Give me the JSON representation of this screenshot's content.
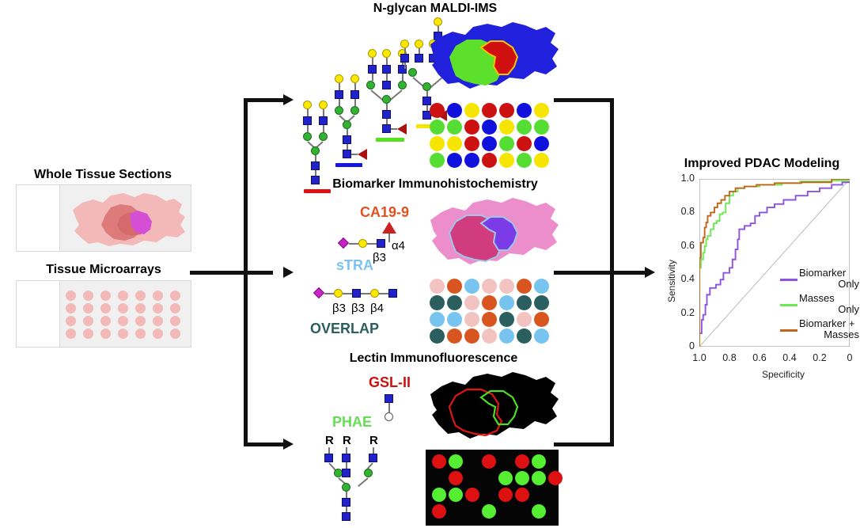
{
  "left_panel": {
    "whole_tissue_title": "Whole Tissue Sections",
    "tma_title": "Tissue Microarrays"
  },
  "sections": {
    "nglycan": {
      "title": "N-glycan MALDI-IMS"
    },
    "ihc": {
      "title": "Biomarker Immunohistochemistry",
      "marker_ca199": "CA19-9",
      "marker_stra": "sTRA",
      "marker_overlap": "OVERLAP",
      "linkages_ca199": [
        "α4",
        "β3"
      ],
      "linkages_stra": [
        "β3",
        "β3",
        "β4"
      ],
      "colors": {
        "ca199": "#e0531f",
        "stra": "#7cc3ef",
        "overlap": "#2b5e5e"
      }
    },
    "lectin": {
      "title": "Lectin Immunofluorescence",
      "marker_gsl2": "GSL-II",
      "marker_phae": "PHAE",
      "r_labels": [
        "R",
        "R",
        "R"
      ],
      "colors": {
        "gsl2": "#cc1111",
        "phae": "#66dd55"
      }
    }
  },
  "chart_data": {
    "type": "line",
    "title": "Improved PDAC Modeling",
    "xlabel": "Specificity",
    "ylabel": "Sensitivity",
    "xlim": [
      1.0,
      0.0
    ],
    "ylim": [
      0.0,
      1.0
    ],
    "x_ticks": [
      "1.0",
      "0.8",
      "0.6",
      "0.4",
      "0.2",
      "0"
    ],
    "y_ticks": [
      "0",
      "0.2",
      "0.4",
      "0.6",
      "0.8",
      "1.0"
    ],
    "grid": false,
    "legend_position": "inside-bottom-right",
    "diagonal_reference": true,
    "series": [
      {
        "name": "Biomarker Only",
        "color": "#8c52e0",
        "points": [
          [
            1.0,
            0.0
          ],
          [
            1.0,
            0.08
          ],
          [
            0.985,
            0.08
          ],
          [
            0.985,
            0.16
          ],
          [
            0.975,
            0.16
          ],
          [
            0.975,
            0.19
          ],
          [
            0.96,
            0.19
          ],
          [
            0.96,
            0.25
          ],
          [
            0.95,
            0.25
          ],
          [
            0.95,
            0.31
          ],
          [
            0.93,
            0.31
          ],
          [
            0.93,
            0.35
          ],
          [
            0.89,
            0.35
          ],
          [
            0.89,
            0.37
          ],
          [
            0.86,
            0.37
          ],
          [
            0.86,
            0.4
          ],
          [
            0.84,
            0.4
          ],
          [
            0.84,
            0.44
          ],
          [
            0.8,
            0.44
          ],
          [
            0.8,
            0.47
          ],
          [
            0.78,
            0.47
          ],
          [
            0.78,
            0.52
          ],
          [
            0.76,
            0.52
          ],
          [
            0.76,
            0.58
          ],
          [
            0.745,
            0.58
          ],
          [
            0.745,
            0.64
          ],
          [
            0.735,
            0.64
          ],
          [
            0.735,
            0.7
          ],
          [
            0.7,
            0.7
          ],
          [
            0.7,
            0.72
          ],
          [
            0.66,
            0.72
          ],
          [
            0.66,
            0.735
          ],
          [
            0.63,
            0.735
          ],
          [
            0.63,
            0.78
          ],
          [
            0.6,
            0.78
          ],
          [
            0.6,
            0.8
          ],
          [
            0.55,
            0.8
          ],
          [
            0.55,
            0.83
          ],
          [
            0.5,
            0.83
          ],
          [
            0.5,
            0.85
          ],
          [
            0.44,
            0.85
          ],
          [
            0.44,
            0.875
          ],
          [
            0.36,
            0.875
          ],
          [
            0.36,
            0.9
          ],
          [
            0.28,
            0.9
          ],
          [
            0.28,
            0.925
          ],
          [
            0.2,
            0.925
          ],
          [
            0.2,
            0.945
          ],
          [
            0.12,
            0.945
          ],
          [
            0.12,
            0.965
          ],
          [
            0.05,
            0.965
          ],
          [
            0.05,
            0.98
          ],
          [
            0.0,
            0.98
          ],
          [
            0.0,
            1.0
          ]
        ]
      },
      {
        "name": "Masses Only",
        "color": "#6ee854",
        "points": [
          [
            1.0,
            0.0
          ],
          [
            1.0,
            0.47
          ],
          [
            0.99,
            0.47
          ],
          [
            0.99,
            0.52
          ],
          [
            0.975,
            0.52
          ],
          [
            0.975,
            0.56
          ],
          [
            0.965,
            0.56
          ],
          [
            0.965,
            0.6
          ],
          [
            0.955,
            0.6
          ],
          [
            0.955,
            0.64
          ],
          [
            0.945,
            0.64
          ],
          [
            0.945,
            0.66
          ],
          [
            0.925,
            0.66
          ],
          [
            0.925,
            0.7
          ],
          [
            0.905,
            0.7
          ],
          [
            0.905,
            0.735
          ],
          [
            0.885,
            0.735
          ],
          [
            0.885,
            0.75
          ],
          [
            0.865,
            0.75
          ],
          [
            0.865,
            0.79
          ],
          [
            0.845,
            0.79
          ],
          [
            0.845,
            0.8
          ],
          [
            0.825,
            0.8
          ],
          [
            0.825,
            0.855
          ],
          [
            0.8,
            0.855
          ],
          [
            0.8,
            0.9
          ],
          [
            0.775,
            0.9
          ],
          [
            0.775,
            0.925
          ],
          [
            0.745,
            0.925
          ],
          [
            0.745,
            0.945
          ],
          [
            0.7,
            0.945
          ],
          [
            0.7,
            0.955
          ],
          [
            0.6,
            0.955
          ],
          [
            0.6,
            0.965
          ],
          [
            0.45,
            0.965
          ],
          [
            0.45,
            0.975
          ],
          [
            0.33,
            0.975
          ],
          [
            0.33,
            0.985
          ],
          [
            0.12,
            0.985
          ],
          [
            0.12,
            0.99
          ],
          [
            0.0,
            0.99
          ],
          [
            0.0,
            1.0
          ]
        ]
      },
      {
        "name": "Biomarker + Masses",
        "color": "#c0661a",
        "points": [
          [
            1.0,
            0.0
          ],
          [
            1.0,
            0.53
          ],
          [
            0.99,
            0.53
          ],
          [
            0.99,
            0.62
          ],
          [
            0.975,
            0.62
          ],
          [
            0.975,
            0.65
          ],
          [
            0.965,
            0.65
          ],
          [
            0.965,
            0.71
          ],
          [
            0.955,
            0.71
          ],
          [
            0.955,
            0.74
          ],
          [
            0.945,
            0.74
          ],
          [
            0.945,
            0.78
          ],
          [
            0.925,
            0.78
          ],
          [
            0.925,
            0.8
          ],
          [
            0.9,
            0.8
          ],
          [
            0.9,
            0.83
          ],
          [
            0.88,
            0.83
          ],
          [
            0.88,
            0.855
          ],
          [
            0.855,
            0.855
          ],
          [
            0.855,
            0.875
          ],
          [
            0.83,
            0.875
          ],
          [
            0.83,
            0.9
          ],
          [
            0.8,
            0.9
          ],
          [
            0.8,
            0.925
          ],
          [
            0.76,
            0.925
          ],
          [
            0.76,
            0.945
          ],
          [
            0.7,
            0.945
          ],
          [
            0.7,
            0.955
          ],
          [
            0.62,
            0.955
          ],
          [
            0.62,
            0.965
          ],
          [
            0.5,
            0.965
          ],
          [
            0.5,
            0.975
          ],
          [
            0.32,
            0.975
          ],
          [
            0.32,
            0.98
          ],
          [
            0.12,
            0.98
          ],
          [
            0.12,
            1.0
          ],
          [
            0.0,
            1.0
          ]
        ]
      }
    ],
    "legend": [
      {
        "label_line1": "Biomarker",
        "label_line2": "Only",
        "color": "#8c52e0"
      },
      {
        "label_line1": "Masses",
        "label_line2": "Only",
        "color": "#6ee854"
      },
      {
        "label_line1": "Biomarker +",
        "label_line2": "Masses",
        "color": "#c0661a"
      }
    ]
  },
  "tma_grids": {
    "nglycan": {
      "colors": {
        "r": "#cc1111",
        "b": "#1111dd",
        "y": "#f5e500",
        "g": "#55dd33"
      },
      "rows": [
        [
          "r",
          "b",
          "y",
          "r",
          "r",
          "b",
          "y"
        ],
        [
          "g",
          "g",
          "r",
          "b",
          "y",
          "g",
          "g"
        ],
        [
          "y",
          "y",
          "r",
          "b",
          "g",
          "r",
          "b"
        ],
        [
          "g",
          "b",
          "b",
          "r",
          "y",
          "g",
          "y"
        ]
      ]
    },
    "ihc": {
      "colors": {
        "p": "#f2c3c0",
        "o": "#d9551f",
        "l": "#77c4f0",
        "t": "#2b5e5e"
      },
      "rows": [
        [
          "p",
          "o",
          "l",
          "p",
          "p",
          "o",
          "l"
        ],
        [
          "t",
          "t",
          "p",
          "o",
          "l",
          "t",
          "t"
        ],
        [
          "l",
          "l",
          "p",
          "o",
          "t",
          "p",
          "o"
        ],
        [
          "t",
          "o",
          "o",
          "p",
          "l",
          "t",
          "l"
        ]
      ]
    },
    "lectin": {
      "colors": {
        "r": "#dd1111",
        "g": "#55ee33",
        "k": ""
      },
      "rows": [
        [
          "r",
          "g",
          "k",
          "r",
          "k",
          "r",
          "g"
        ],
        [
          "k",
          "r",
          "k",
          "k",
          "g",
          "g",
          "g",
          "r"
        ],
        [
          "g",
          "g",
          "r",
          "k",
          "r",
          "r",
          "k"
        ],
        [
          "r",
          "k",
          "k",
          "g",
          "k",
          "k",
          "g"
        ]
      ]
    }
  }
}
